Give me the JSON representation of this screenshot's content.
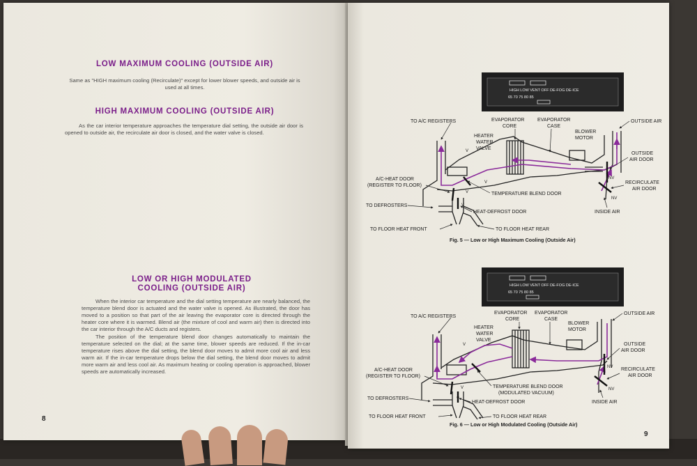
{
  "left_page": {
    "heading1": "LOW MAXIMUM COOLING (OUTSIDE AIR)",
    "para1": "Same as \"HIGH maximum cooling (Recirculate)\" except for lower blower speeds, and outside air is used at all times.",
    "heading2": "HIGH MAXIMUM COOLING (OUTSIDE AIR)",
    "para2": "As the car interior temperature approaches the temperature dial setting, the outside air door is opened to outside air, the recirculate air door is closed, and the water valve is closed.",
    "heading3_line1": "LOW OR HIGH MODULATED",
    "heading3_line2": "COOLING (OUTSIDE AIR)",
    "para3a": "When the interior car temperature and the dial setting temperature are nearly balanced, the temperature blend door is actuated and the water valve is opened. As illustrated, the door has moved to a position so that part of the air leaving the evaporator core is directed through the heater core where it is warmed. Blend air (the mixture of cool and warm air) then is directed into the car interior through the A/C ducts and registers.",
    "para3b": "The position of the temperature blend door changes automatically to maintain the temperature selected on the dial; at the same time, blower speeds are reduced. If the in-car temperature rises above the dial setting, the blend door moves to admit more cool air and less warm air. If the in-car temperature drops below the dial setting, the blend door moves to admit more warm air and less cool air. As maximum heating or cooling operation is approached, blower speeds are automatically increased.",
    "page_number": "8"
  },
  "right_page": {
    "page_number": "9",
    "control_panel": {
      "modes": "HIGH  LOW  VENT  OFF  DE-FOG  DE-ICE",
      "temps": "65   70   75   80   85"
    },
    "diagram_labels": {
      "to_ac_registers": "TO A/C REGISTERS",
      "evaporator_core_1": "EVAPORATOR",
      "evaporator_core_2": "CORE",
      "evaporator_case_1": "EVAPORATOR",
      "evaporator_case_2": "CASE",
      "outside_air": "OUTSIDE AIR",
      "heater_1": "HEATER",
      "heater_2": "WATER",
      "heater_3": "VALVE",
      "blower_1": "BLOWER",
      "blower_2": "MOTOR",
      "outside_air_door_1": "OUTSIDE",
      "outside_air_door_2": "AIR DOOR",
      "ac_heat_door_1": "A/C-HEAT DOOR",
      "ac_heat_door_2": "(REGISTER TO FLOOR)",
      "recirc_1": "RECIRCULATE",
      "recirc_2": "AIR DOOR",
      "temp_blend_door": "TEMPERATURE BLEND DOOR",
      "modulated_vacuum": "(MODULATED VACUUM)",
      "to_defrosters": "TO DEFROSTERS",
      "heat_defrost_door": "HEAT-DEFROST DOOR",
      "inside_air": "INSIDE AIR",
      "floor_front": "TO FLOOR HEAT FRONT",
      "floor_rear": "TO FLOOR HEAT REAR",
      "v": "V",
      "nv": "NV"
    },
    "fig5_caption": "Fig. 5 — Low or High Maximum Cooling (Outside Air)",
    "fig6_caption": "Fig. 6 — Low or High Modulated Cooling (Outside Air)"
  },
  "colors": {
    "heading": "#7b1f8a",
    "airflow": "#8a2a9a",
    "paper": "#ece9e0"
  }
}
